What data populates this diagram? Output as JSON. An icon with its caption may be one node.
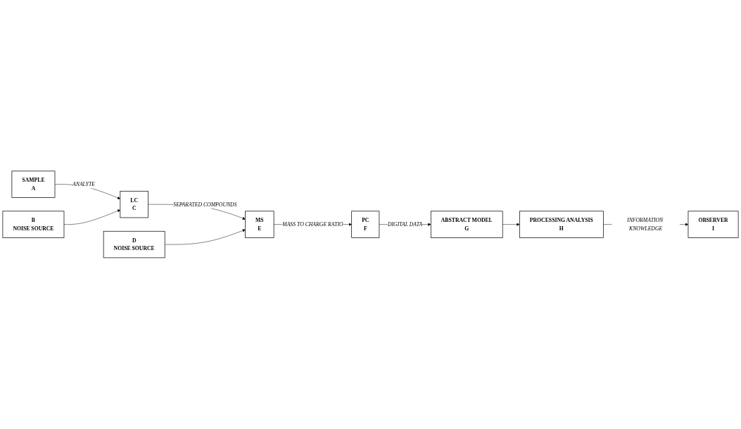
{
  "diagram": {
    "nodes": [
      {
        "text": [
          "SAMPLE",
          "A"
        ]
      },
      {
        "text": [
          "B",
          "NOISE SOURCE"
        ]
      },
      {
        "text": [
          "LC",
          "C"
        ]
      },
      {
        "text": [
          "D",
          "NOISE SOURCE"
        ]
      },
      {
        "text": [
          "MS",
          "E"
        ]
      },
      {
        "text": [
          "PC",
          "F"
        ]
      },
      {
        "text": [
          "ABSTRACT MODEL",
          "G"
        ]
      },
      {
        "text": [
          "PROCESSING ANALYSIS",
          "H"
        ]
      },
      {
        "text": [
          "OBSERVER",
          "I"
        ]
      }
    ],
    "edges": [
      {
        "from": 0,
        "to": 2,
        "arrow": "to",
        "label": "ANALYTE"
      },
      {
        "from": 1,
        "to": 2,
        "arrow": "to"
      },
      {
        "from": 2,
        "to": 4,
        "arrow": "to",
        "label": "SEPARATED COMPOUNDS"
      },
      {
        "from": 3,
        "to": 4,
        "arrow": "to"
      },
      {
        "from": 4,
        "to": 5,
        "arrow": "to",
        "label": "MASS TO CHARGE RATIO"
      },
      {
        "from": 5,
        "to": 6,
        "arrow": "to",
        "label": "DIGITAL DATA"
      },
      {
        "from": 6,
        "to": 7,
        "arrow": "to"
      },
      {
        "from": 7,
        "to": 8,
        "arrow": "to",
        "label": "INFORMATION KNOWLEDGE"
      }
    ]
  }
}
